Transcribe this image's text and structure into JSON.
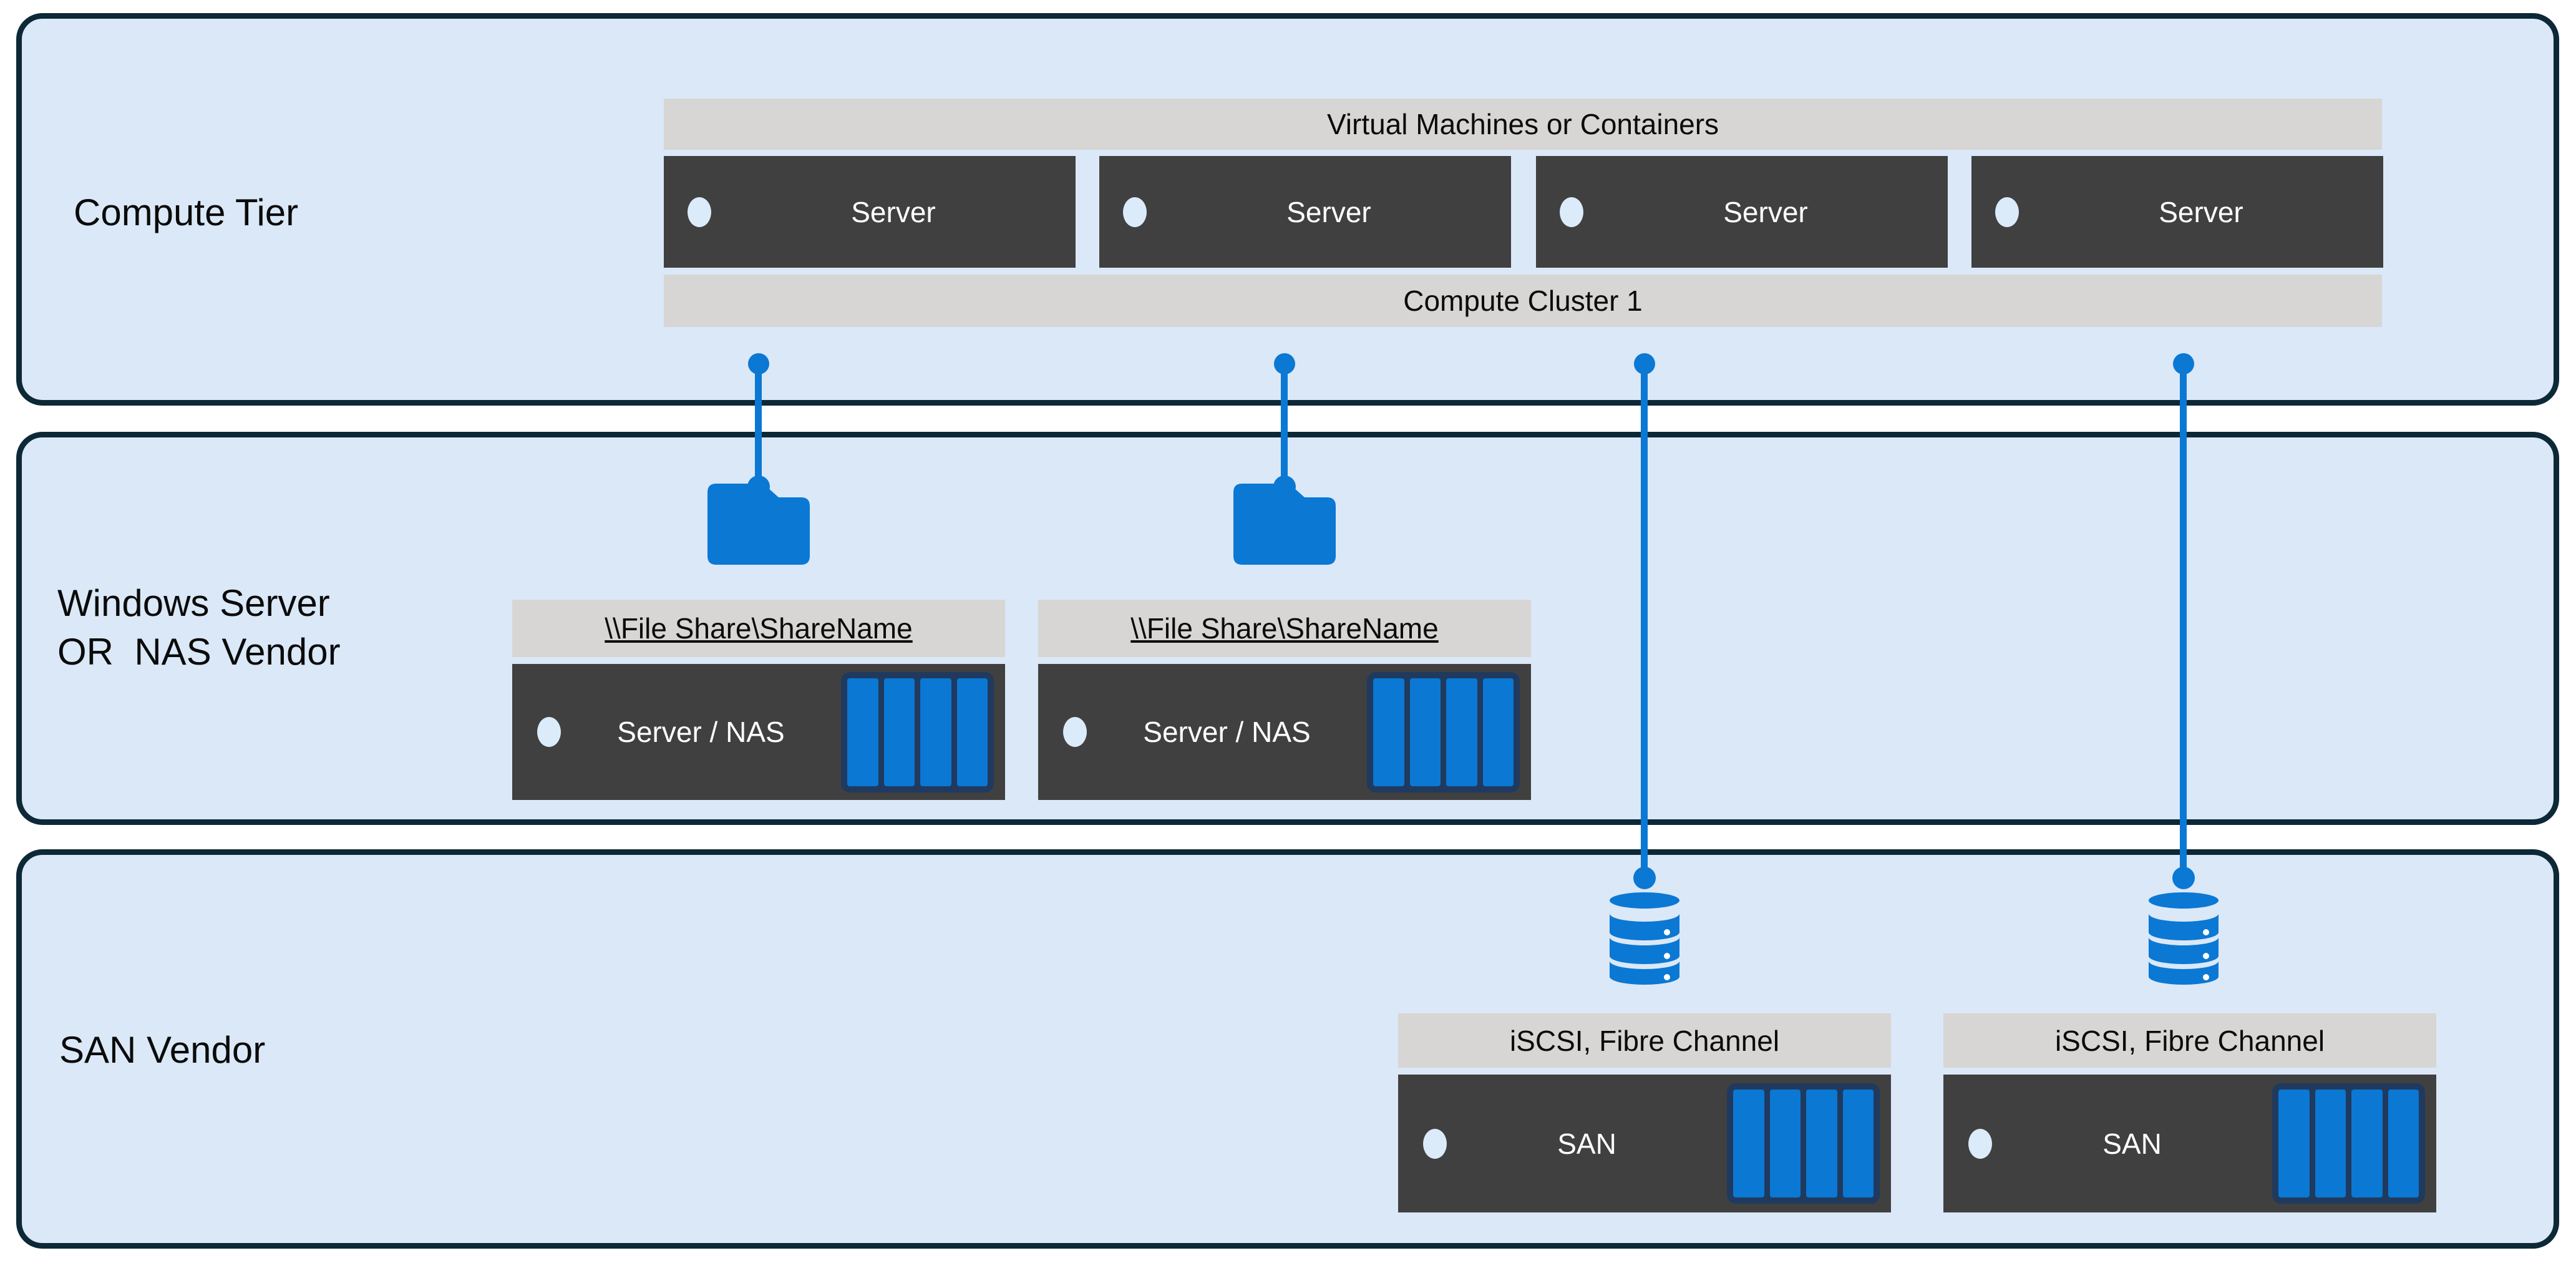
{
  "tiers": {
    "compute": {
      "label": "Compute Tier"
    },
    "nas": {
      "label": "Windows Server\nOR  NAS Vendor"
    },
    "san": {
      "label": "SAN Vendor"
    }
  },
  "compute": {
    "top_bar": "Virtual Machines or Containers",
    "servers": [
      "Server",
      "Server",
      "Server",
      "Server"
    ],
    "bottom_bar": "Compute Cluster 1"
  },
  "nas_nodes": [
    {
      "share_path": "\\\\File Share\\ShareName",
      "label": "Server / NAS"
    },
    {
      "share_path": "\\\\File Share\\ShareName",
      "label": "Server / NAS"
    }
  ],
  "san_nodes": [
    {
      "protocols": "iSCSI, Fibre Channel",
      "label": "SAN"
    },
    {
      "protocols": "iSCSI, Fibre Channel",
      "label": "SAN"
    }
  ],
  "icons": {
    "folder": "folder-icon",
    "database": "database-icon",
    "disk_array": "disk-array-icon",
    "indicator": "indicator-dot-icon"
  },
  "colors": {
    "tier_fill": "#dbe8f7",
    "tier_border": "#0d2836",
    "bar_fill": "#d7d6d4",
    "box_fill": "#404040",
    "accent_blue": "#0b78d4",
    "disk_frame_navy": "#1f3a5e",
    "indicator_fill": "#dcebfa",
    "text_dark": "#0b0b0b",
    "text_light": "#ffffff"
  }
}
